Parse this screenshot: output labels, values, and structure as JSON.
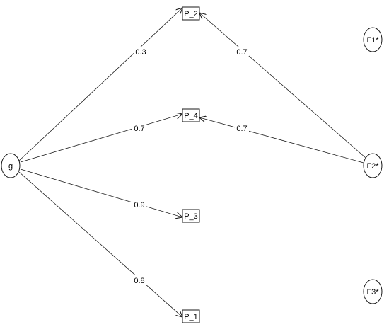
{
  "diagram": {
    "type": "path-diagram",
    "nodes": [
      {
        "id": "g",
        "label": "g",
        "shape": "ellipse"
      },
      {
        "id": "P_2",
        "label": "P_2",
        "shape": "rect"
      },
      {
        "id": "P_4",
        "label": "P_4",
        "shape": "rect"
      },
      {
        "id": "P_3",
        "label": "P_3",
        "shape": "rect"
      },
      {
        "id": "P_1",
        "label": "P_1",
        "shape": "rect"
      },
      {
        "id": "F1",
        "label": "F1*",
        "shape": "ellipse"
      },
      {
        "id": "F2",
        "label": "F2*",
        "shape": "ellipse"
      },
      {
        "id": "F3",
        "label": "F3*",
        "shape": "ellipse"
      }
    ],
    "edges": [
      {
        "from": "g",
        "to": "P_2",
        "label": "0.3"
      },
      {
        "from": "g",
        "to": "P_4",
        "label": "0.7"
      },
      {
        "from": "g",
        "to": "P_3",
        "label": "0.9"
      },
      {
        "from": "g",
        "to": "P_1",
        "label": "0.8"
      },
      {
        "from": "F2",
        "to": "P_2",
        "label": "0.7"
      },
      {
        "from": "F2",
        "to": "P_4",
        "label": "0.7"
      }
    ]
  }
}
